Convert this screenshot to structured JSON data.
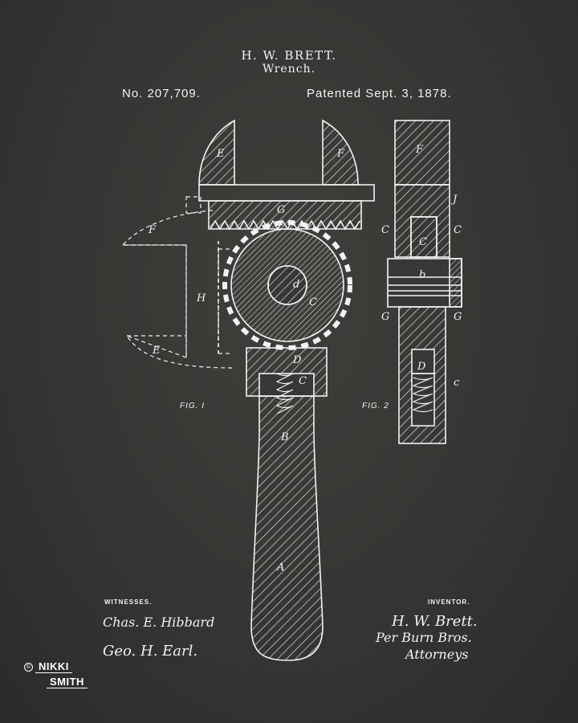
{
  "header": {
    "inventor_name": "H. W. BRETT.",
    "invention": "Wrench.",
    "patent_number": "No. 207,709.",
    "patent_date": "Patented Sept. 3, 1878."
  },
  "figures": {
    "fig1_label": "FIG. I",
    "fig2_label": "FIG. 2",
    "fig1_part_letters": [
      "E",
      "F",
      "H",
      "E",
      "F",
      "G",
      "D",
      "C",
      "B",
      "A",
      "d",
      "e"
    ],
    "fig2_part_letters": [
      "F",
      "J",
      "C",
      "C",
      "C",
      "b",
      "G",
      "G",
      "D",
      "c"
    ]
  },
  "witnesses": {
    "label": "WITNESSES.",
    "signatures": [
      "Chas. E. Hibbard",
      "Geo. H. Earl."
    ]
  },
  "inventor": {
    "label": "INVENTOR.",
    "signatures": [
      "H. W. Brett.",
      "Per Burn Bros.",
      "Attorneys"
    ]
  },
  "watermark": {
    "copyright_symbol": "©",
    "line1": "NIKKI",
    "line2": "SMITH"
  },
  "colors": {
    "background": "#363533",
    "ink": "#f2f2f2"
  }
}
